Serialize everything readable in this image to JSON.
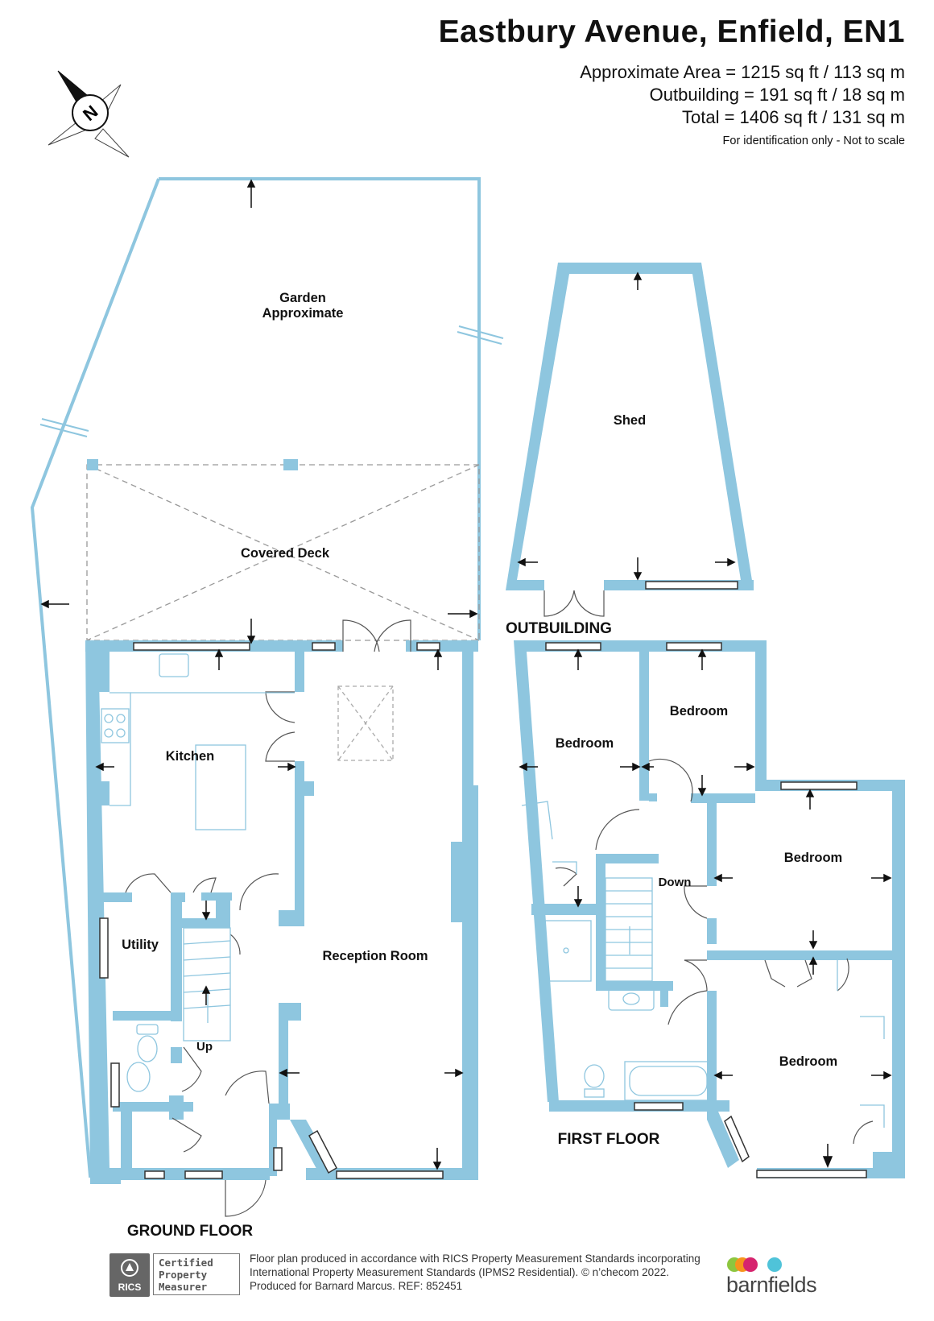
{
  "title": "Eastbury Avenue, Enfield, EN1",
  "areas": {
    "approximate": "Approximate Area = 1215 sq ft / 113 sq m",
    "outbuilding": "Outbuilding = 191 sq ft / 18 sq m",
    "total": "Total = 1406 sq ft / 131 sq m",
    "note": "For identification only - Not to scale"
  },
  "compass": {
    "label": "N"
  },
  "rooms": {
    "garden_line1": "Garden",
    "garden_line2": "Approximate",
    "covered_deck": "Covered Deck",
    "kitchen": "Kitchen",
    "utility": "Utility",
    "reception": "Reception Room",
    "up": "Up",
    "shed": "Shed",
    "bedroom1": "Bedroom",
    "bedroom2": "Bedroom",
    "bedroom3": "Bedroom",
    "bedroom4": "Bedroom",
    "down": "Down"
  },
  "floors": {
    "ground": "GROUND FLOOR",
    "first": "FIRST FLOOR",
    "outbuilding": "OUTBUILDING"
  },
  "footer": {
    "line1": "Floor plan produced in accordance with RICS Property Measurement Standards incorporating",
    "line2": "International Property Measurement Standards (IPMS2 Residential).  © n’checom 2022.",
    "line3": "Produced for Barnard Marcus.   REF:  852451"
  },
  "rics": {
    "logo": "RICS",
    "line1": "Certified",
    "line2": "Property",
    "line3": "Measurer"
  },
  "brand": {
    "name": "barnfields"
  },
  "colors": {
    "wall": "#8ec6df",
    "dashed": "#999999"
  }
}
